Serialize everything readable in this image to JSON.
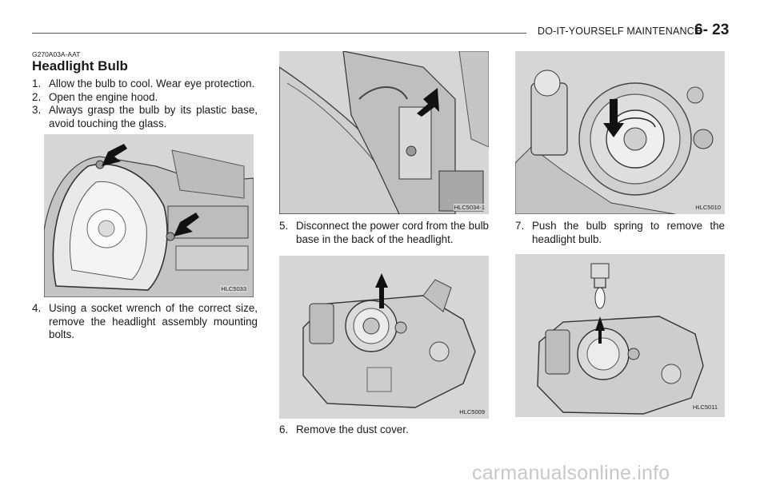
{
  "header": {
    "title": "DO-IT-YOURSELF MAINTENANCE",
    "page": "6- 23"
  },
  "section": {
    "code": "G270A03A-AAT",
    "title": "Headlight Bulb"
  },
  "steps": [
    {
      "num": "1.",
      "text": "Allow the bulb to cool. Wear eye protection."
    },
    {
      "num": "2.",
      "text": "Open the engine hood."
    },
    {
      "num": "3.",
      "text": "Always grasp the bulb by its plastic base, avoid touching the glass."
    }
  ],
  "figures": {
    "f1": {
      "code": "HLC5033"
    },
    "f2": {
      "code": "HLC5034-1"
    },
    "f3": {
      "code": "HLC5010"
    },
    "f4": {
      "code": "HLC5009"
    },
    "f5": {
      "code": "HLC5011"
    }
  },
  "captions": {
    "c4": {
      "num": "4.",
      "text": "Using a socket wrench of the correct size, remove the headlight assembly mounting bolts."
    },
    "c5": {
      "num": "5.",
      "text": "Disconnect the power cord from the bulb base in the back of the headlight."
    },
    "c6": {
      "num": "6.",
      "text": "Remove the dust cover."
    },
    "c7": {
      "num": "7.",
      "text": "Push the bulb spring to remove the headlight bulb."
    }
  },
  "watermark": "carmanualsonline.info"
}
